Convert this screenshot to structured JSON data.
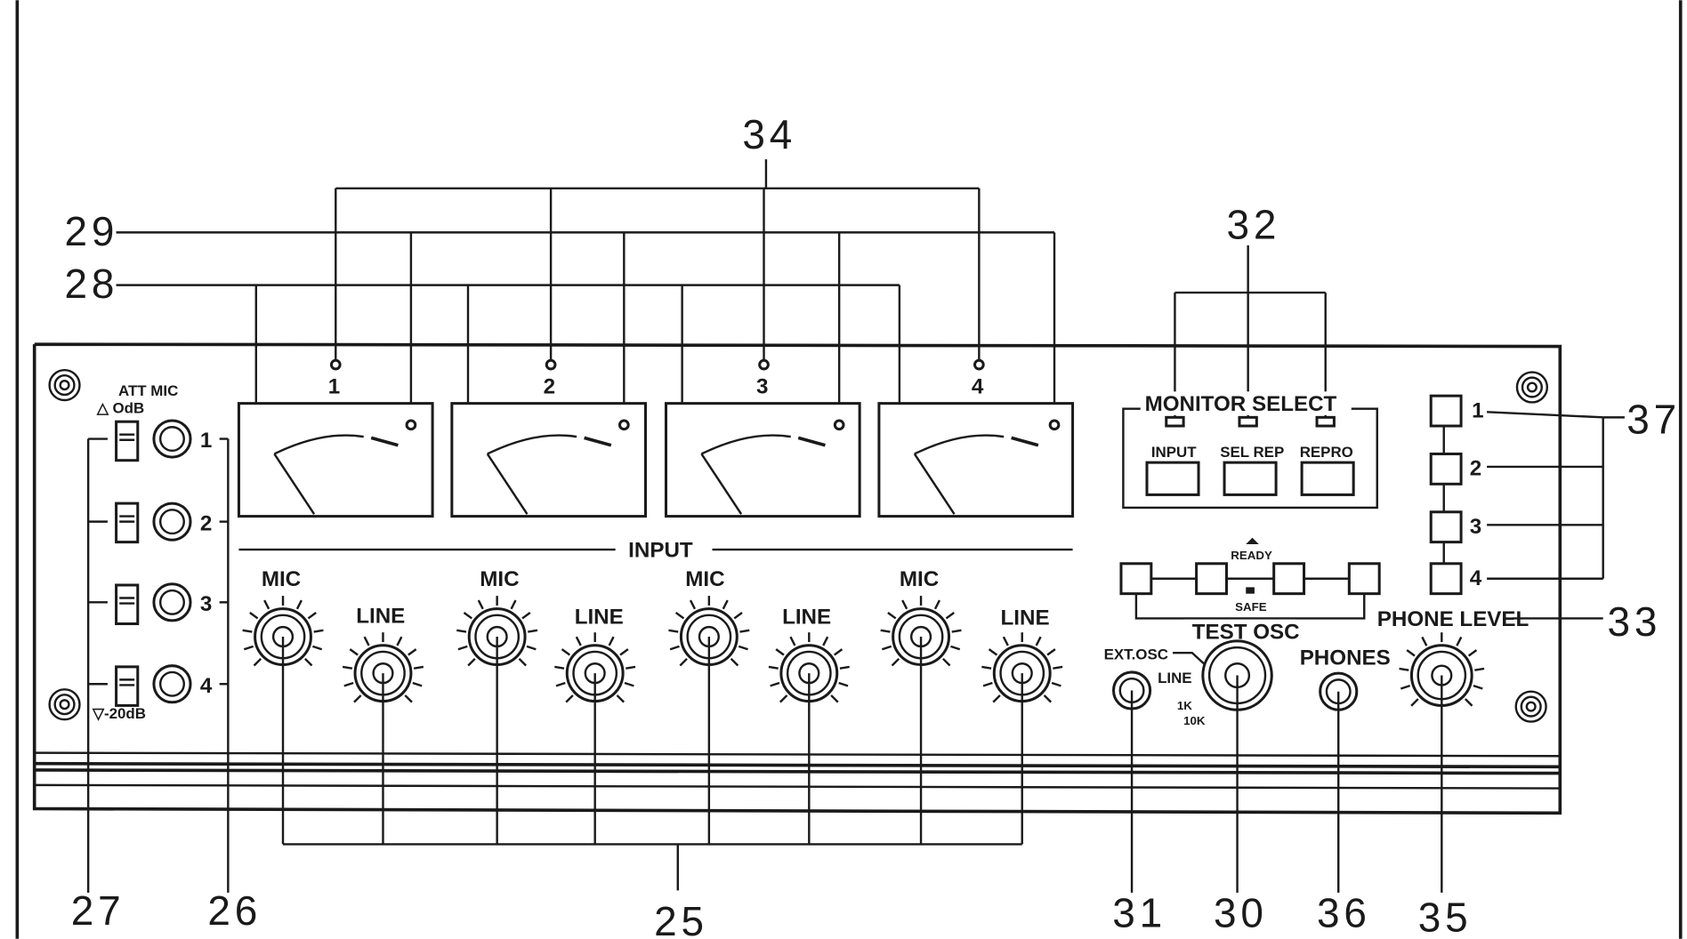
{
  "callouts": {
    "c25": "25",
    "c26": "26",
    "c27": "27",
    "c28": "28",
    "c29": "29",
    "c30": "30",
    "c31": "31",
    "c32": "32",
    "c33": "33",
    "c34": "34",
    "c35": "35",
    "c36": "36",
    "c37": "37"
  },
  "att": {
    "title": "ATT MIC",
    "top": "△ OdB",
    "bottom": "▽-20dB",
    "channels": [
      "1",
      "2",
      "3",
      "4"
    ]
  },
  "meters": {
    "channels": [
      "1",
      "2",
      "3",
      "4"
    ]
  },
  "input": {
    "title": "INPUT",
    "mic_label": "MIC",
    "line_label": "LINE"
  },
  "monitor": {
    "title": "MONITOR SELECT",
    "buttons": [
      "INPUT",
      "SEL REP",
      "REPRO"
    ]
  },
  "rec": {
    "ready": "READY",
    "safe": "SAFE"
  },
  "osc": {
    "title": "TEST OSC",
    "ext": "EXT.OSC",
    "line": "LINE",
    "k1": "1K",
    "k10": "10K"
  },
  "phones": {
    "label": "PHONES",
    "level": "PHONE LEVEL"
  },
  "right_channels": [
    "1",
    "2",
    "3",
    "4"
  ]
}
